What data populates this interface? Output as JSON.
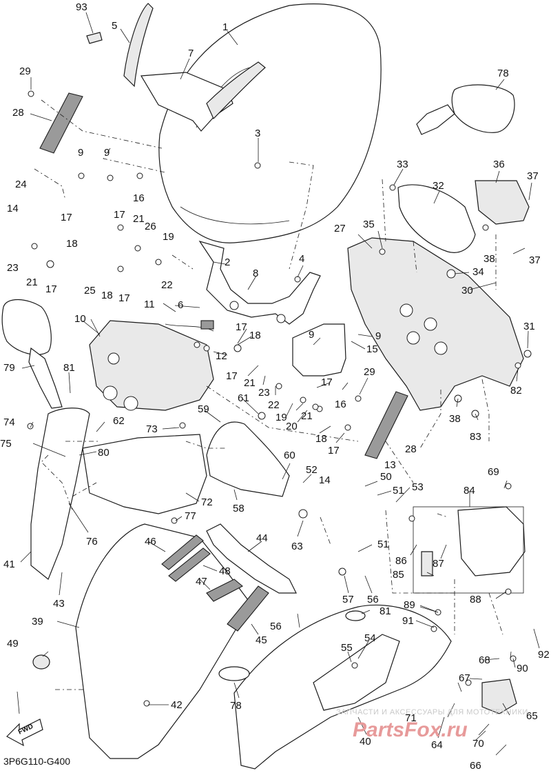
{
  "diagram": {
    "code": "3P6G110-G400",
    "direction_label": "FWD",
    "watermark": {
      "caption": "ЗАПЧАСТИ И АКСЕССУАРЫ ДЛЯ МОТОТЕХНИКИ",
      "brand": "PartsFox.ru"
    },
    "callouts": [
      {
        "id": "c1",
        "label": "1"
      },
      {
        "id": "c2",
        "label": "2"
      },
      {
        "id": "c3",
        "label": "3"
      },
      {
        "id": "c4",
        "label": "4"
      },
      {
        "id": "c5",
        "label": "5"
      },
      {
        "id": "c6",
        "label": "6"
      },
      {
        "id": "c7",
        "label": "7"
      },
      {
        "id": "c8",
        "label": "8"
      },
      {
        "id": "c9a",
        "label": "9"
      },
      {
        "id": "c9b",
        "label": "9"
      },
      {
        "id": "c9c",
        "label": "9"
      },
      {
        "id": "c9d",
        "label": "9"
      },
      {
        "id": "c10",
        "label": "10"
      },
      {
        "id": "c11",
        "label": "11"
      },
      {
        "id": "c12",
        "label": "12"
      },
      {
        "id": "c13",
        "label": "13"
      },
      {
        "id": "c14a",
        "label": "14"
      },
      {
        "id": "c14b",
        "label": "14"
      },
      {
        "id": "c15",
        "label": "15"
      },
      {
        "id": "c16a",
        "label": "16"
      },
      {
        "id": "c16b",
        "label": "16"
      },
      {
        "id": "c17a",
        "label": "17"
      },
      {
        "id": "c17b",
        "label": "17"
      },
      {
        "id": "c17c",
        "label": "17"
      },
      {
        "id": "c17d",
        "label": "17"
      },
      {
        "id": "c17e",
        "label": "17"
      },
      {
        "id": "c17f",
        "label": "17"
      },
      {
        "id": "c17g",
        "label": "17"
      },
      {
        "id": "c18a",
        "label": "18"
      },
      {
        "id": "c18b",
        "label": "18"
      },
      {
        "id": "c18c",
        "label": "18"
      },
      {
        "id": "c18d",
        "label": "18"
      },
      {
        "id": "c19a",
        "label": "19"
      },
      {
        "id": "c19b",
        "label": "19"
      },
      {
        "id": "c20",
        "label": "20"
      },
      {
        "id": "c21a",
        "label": "21"
      },
      {
        "id": "c21b",
        "label": "21"
      },
      {
        "id": "c21c",
        "label": "21"
      },
      {
        "id": "c21d",
        "label": "21"
      },
      {
        "id": "c22a",
        "label": "22"
      },
      {
        "id": "c22b",
        "label": "22"
      },
      {
        "id": "c23a",
        "label": "23"
      },
      {
        "id": "c23b",
        "label": "23"
      },
      {
        "id": "c24",
        "label": "24"
      },
      {
        "id": "c25",
        "label": "25"
      },
      {
        "id": "c26",
        "label": "26"
      },
      {
        "id": "c27",
        "label": "27"
      },
      {
        "id": "c28a",
        "label": "28"
      },
      {
        "id": "c28b",
        "label": "28"
      },
      {
        "id": "c29a",
        "label": "29"
      },
      {
        "id": "c29b",
        "label": "29"
      },
      {
        "id": "c30",
        "label": "30"
      },
      {
        "id": "c31",
        "label": "31"
      },
      {
        "id": "c32",
        "label": "32"
      },
      {
        "id": "c33",
        "label": "33"
      },
      {
        "id": "c34",
        "label": "34"
      },
      {
        "id": "c35",
        "label": "35"
      },
      {
        "id": "c36",
        "label": "36"
      },
      {
        "id": "c37a",
        "label": "37"
      },
      {
        "id": "c37b",
        "label": "37"
      },
      {
        "id": "c38a",
        "label": "38"
      },
      {
        "id": "c38b",
        "label": "38"
      },
      {
        "id": "c39",
        "label": "39"
      },
      {
        "id": "c40",
        "label": "40"
      },
      {
        "id": "c41",
        "label": "41"
      },
      {
        "id": "c42",
        "label": "42"
      },
      {
        "id": "c43",
        "label": "43"
      },
      {
        "id": "c44",
        "label": "44"
      },
      {
        "id": "c45",
        "label": "45"
      },
      {
        "id": "c46",
        "label": "46"
      },
      {
        "id": "c47",
        "label": "47"
      },
      {
        "id": "c48",
        "label": "48"
      },
      {
        "id": "c49",
        "label": "49"
      },
      {
        "id": "c50",
        "label": "50"
      },
      {
        "id": "c51a",
        "label": "51"
      },
      {
        "id": "c51b",
        "label": "51"
      },
      {
        "id": "c52",
        "label": "52"
      },
      {
        "id": "c53",
        "label": "53"
      },
      {
        "id": "c54",
        "label": "54"
      },
      {
        "id": "c55",
        "label": "55"
      },
      {
        "id": "c56a",
        "label": "56"
      },
      {
        "id": "c56b",
        "label": "56"
      },
      {
        "id": "c57",
        "label": "57"
      },
      {
        "id": "c58",
        "label": "58"
      },
      {
        "id": "c59",
        "label": "59"
      },
      {
        "id": "c60",
        "label": "60"
      },
      {
        "id": "c61",
        "label": "61"
      },
      {
        "id": "c62",
        "label": "62"
      },
      {
        "id": "c63",
        "label": "63"
      },
      {
        "id": "c64",
        "label": "64"
      },
      {
        "id": "c65",
        "label": "65"
      },
      {
        "id": "c66",
        "label": "66"
      },
      {
        "id": "c67",
        "label": "67"
      },
      {
        "id": "c68",
        "label": "68"
      },
      {
        "id": "c69",
        "label": "69"
      },
      {
        "id": "c70",
        "label": "70"
      },
      {
        "id": "c71",
        "label": "71"
      },
      {
        "id": "c72",
        "label": "72"
      },
      {
        "id": "c73",
        "label": "73"
      },
      {
        "id": "c74",
        "label": "74"
      },
      {
        "id": "c75",
        "label": "75"
      },
      {
        "id": "c76",
        "label": "76"
      },
      {
        "id": "c77",
        "label": "77"
      },
      {
        "id": "c78a",
        "label": "78"
      },
      {
        "id": "c78b",
        "label": "78"
      },
      {
        "id": "c79",
        "label": "79"
      },
      {
        "id": "c80",
        "label": "80"
      },
      {
        "id": "c81a",
        "label": "81"
      },
      {
        "id": "c81b",
        "label": "81"
      },
      {
        "id": "c82",
        "label": "82"
      },
      {
        "id": "c83",
        "label": "83"
      },
      {
        "id": "c84",
        "label": "84"
      },
      {
        "id": "c85",
        "label": "85"
      },
      {
        "id": "c86",
        "label": "86"
      },
      {
        "id": "c87",
        "label": "87"
      },
      {
        "id": "c88",
        "label": "88"
      },
      {
        "id": "c89",
        "label": "89"
      },
      {
        "id": "c90",
        "label": "90"
      },
      {
        "id": "c91",
        "label": "91"
      },
      {
        "id": "c92",
        "label": "92"
      },
      {
        "id": "c93",
        "label": "93"
      }
    ]
  }
}
